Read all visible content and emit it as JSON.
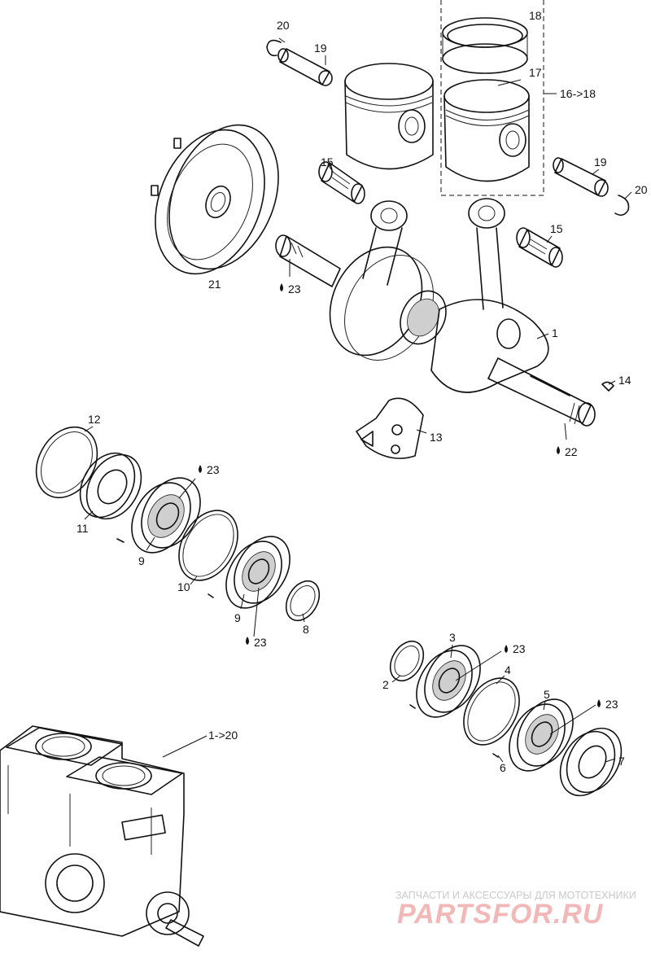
{
  "diagram": {
    "labels": {
      "p1": "1",
      "p2": "2",
      "p3": "3",
      "p4": "4",
      "p5": "5",
      "p6": "6",
      "p7": "7",
      "p8": "8",
      "p9a": "9",
      "p9b": "9",
      "p10": "10",
      "p11": "11",
      "p12": "12",
      "p13": "13",
      "p14": "14",
      "p15a": "15",
      "p15b": "15",
      "p16_18": "16->18",
      "p17": "17",
      "p18": "18",
      "p19a": "19",
      "p19b": "19",
      "p20a": "20",
      "p20b": "20",
      "p21": "21",
      "p22": "22",
      "p23a": "23",
      "p23b": "23",
      "p23c": "23",
      "p23d": "23",
      "p23e": "23",
      "p1_20": "1->20"
    }
  },
  "watermark": {
    "tagline": "ЗАПЧАСТИ И АКСЕССУАРЫ ДЛЯ МОТОТЕХНИКИ",
    "brand": "PARTSFOR.RU"
  }
}
